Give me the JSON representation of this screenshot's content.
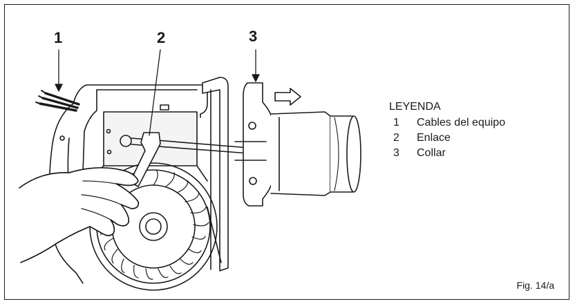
{
  "figure": {
    "callouts": [
      "1",
      "2",
      "3"
    ],
    "legend": {
      "title": "LEYENDA",
      "items": [
        {
          "number": "1",
          "label": "Cables del equipo"
        },
        {
          "number": "2",
          "label": "Enlace"
        },
        {
          "number": "3",
          "label": "Collar"
        }
      ]
    },
    "reference": "Fig. 14/a",
    "icons": [
      "arrow-right-icon",
      "fan-wheel-icon",
      "hand-icon",
      "wrench-icon"
    ],
    "colors": {
      "line": "#1a1a1a",
      "shade": "#d8d8d8",
      "background": "#ffffff"
    }
  }
}
